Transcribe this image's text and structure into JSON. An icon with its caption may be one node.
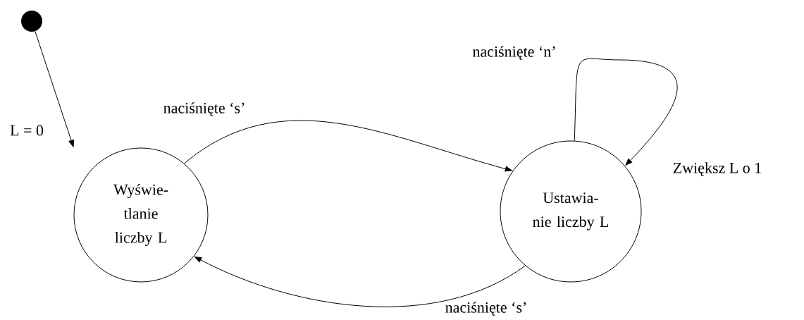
{
  "diagram": {
    "nodes": [
      {
        "text": [],
        "shape": "circle"
      },
      {
        "text": [
          "Wyświe- tlanie liczby L"
        ]
      },
      {
        "text": [
          "Ustawia- nie liczby L"
        ]
      }
    ],
    "edges": [
      {
        "from": 0,
        "to": 1,
        "arrow": "to",
        "label": "L = 0"
      },
      {
        "from": 1,
        "to": 2,
        "arrow": "to",
        "label": "naciśnięte ‘s’"
      },
      {
        "from": 2,
        "to": 2,
        "arrow": "to",
        "label": "naciśnięte ‘n’"
      },
      {
        "from": 2,
        "to": 1,
        "arrow": "to",
        "label": "naciśnięte ‘s’"
      }
    ],
    "labels": [
      "Zwiększ L o 1"
    ]
  }
}
